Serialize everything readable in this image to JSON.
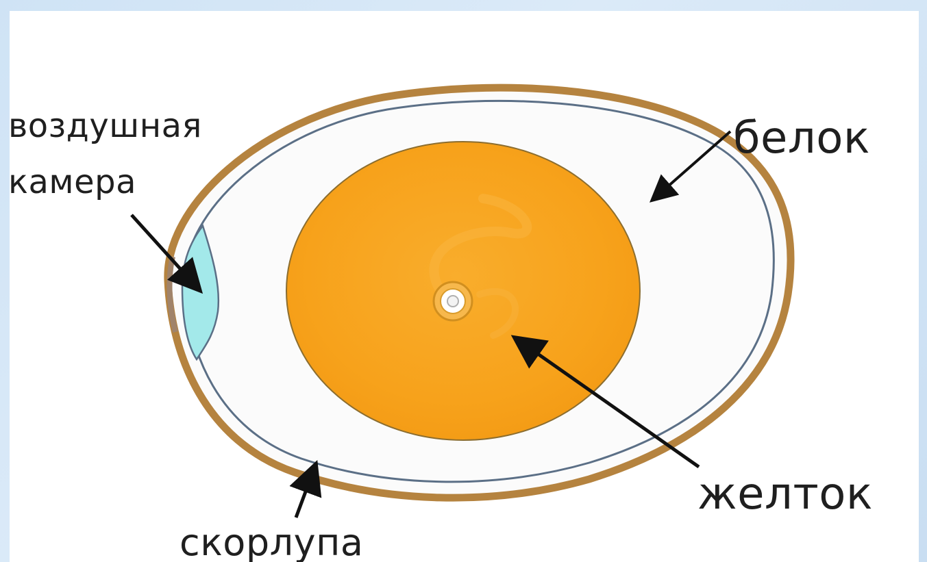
{
  "labels": {
    "air_chamber_line1": "воздушная",
    "air_chamber_line2": "камера",
    "white": "белок",
    "yolk": "желток",
    "shell": "скорлупа"
  },
  "colors": {
    "background": "#d6e7f6",
    "panel": "#ffffff",
    "shell": "#b5833f",
    "membrane": "#5b6f86",
    "albumen": "#fbfbfb",
    "air_chamber": "#a3e9ea",
    "yolk": "#f7a21b",
    "text": "#1f1f1f"
  }
}
